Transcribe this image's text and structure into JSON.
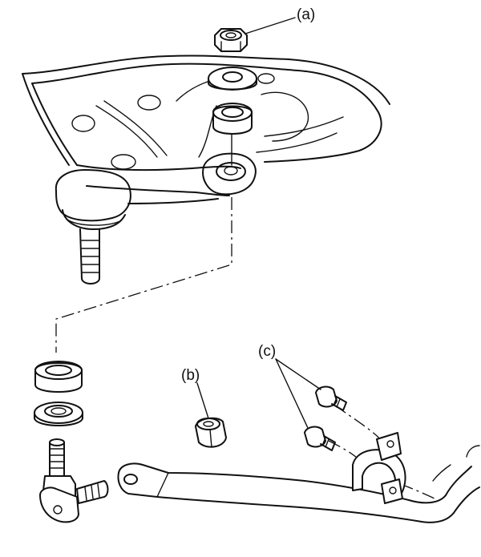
{
  "callouts": {
    "a": "(a)",
    "b": "(b)",
    "c": "(c)"
  }
}
